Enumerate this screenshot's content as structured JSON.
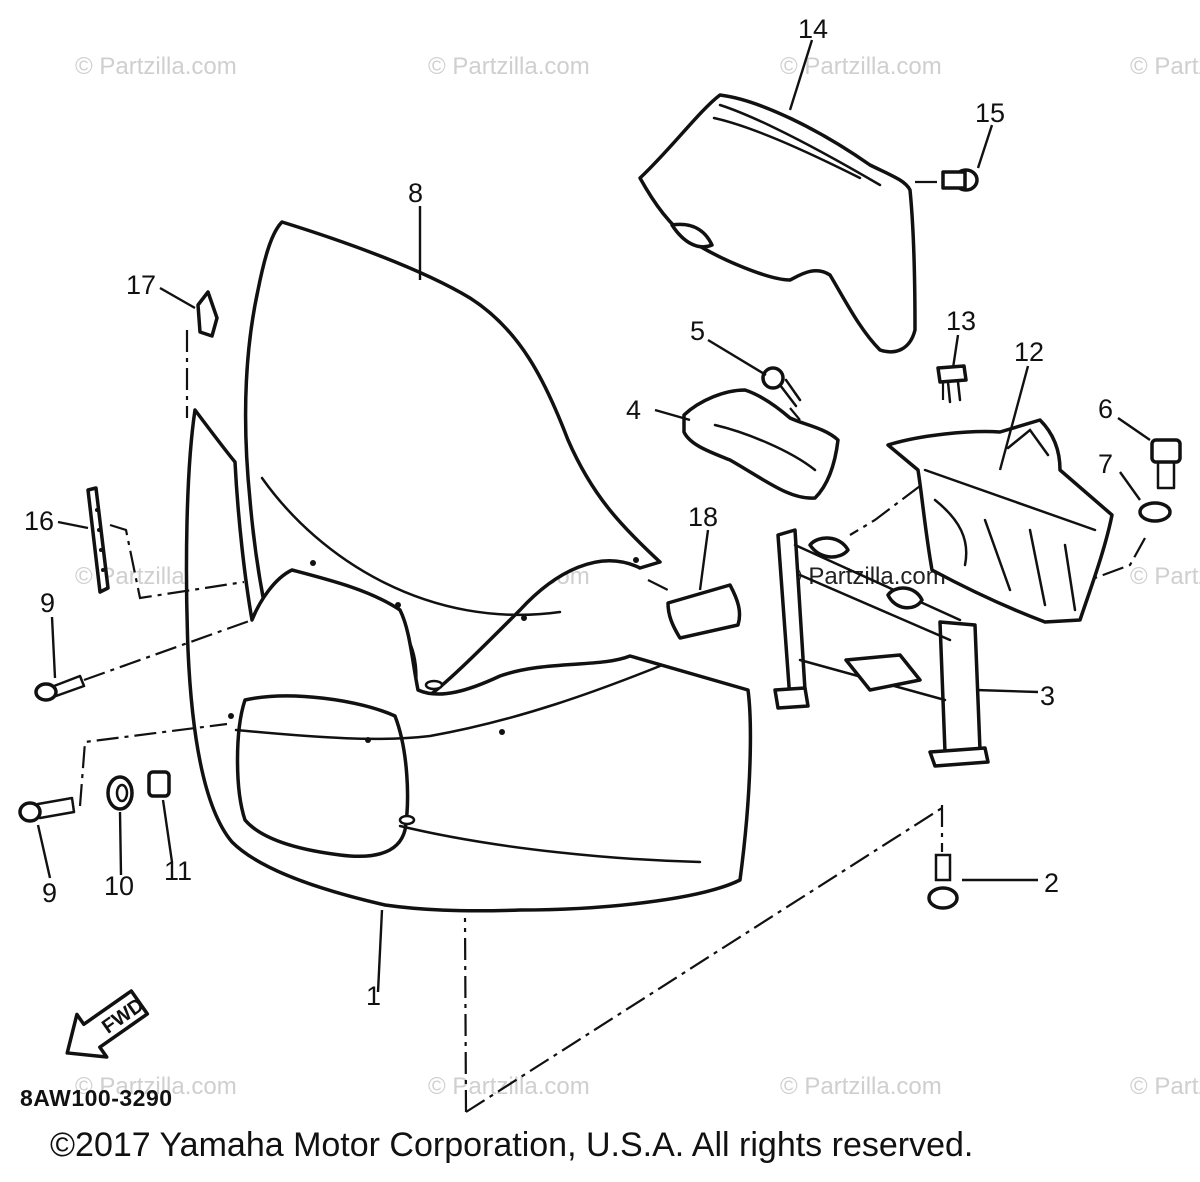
{
  "watermark": "© Partzilla.com",
  "diagram_code": "8AW100-3290",
  "copyright": "©2017  Yamaha Motor Corporation, U.S.A. All rights reserved.",
  "fwd_label": "FWD",
  "callouts": {
    "c1": "1",
    "c2": "2",
    "c3": "3",
    "c4": "4",
    "c5": "5",
    "c6": "6",
    "c7": "7",
    "c8": "8",
    "c9a": "9",
    "c9b": "9",
    "c10": "10",
    "c11": "11",
    "c12": "12",
    "c13": "13",
    "c14": "14",
    "c15": "15",
    "c16": "16",
    "c17": "17",
    "c18": "18"
  }
}
